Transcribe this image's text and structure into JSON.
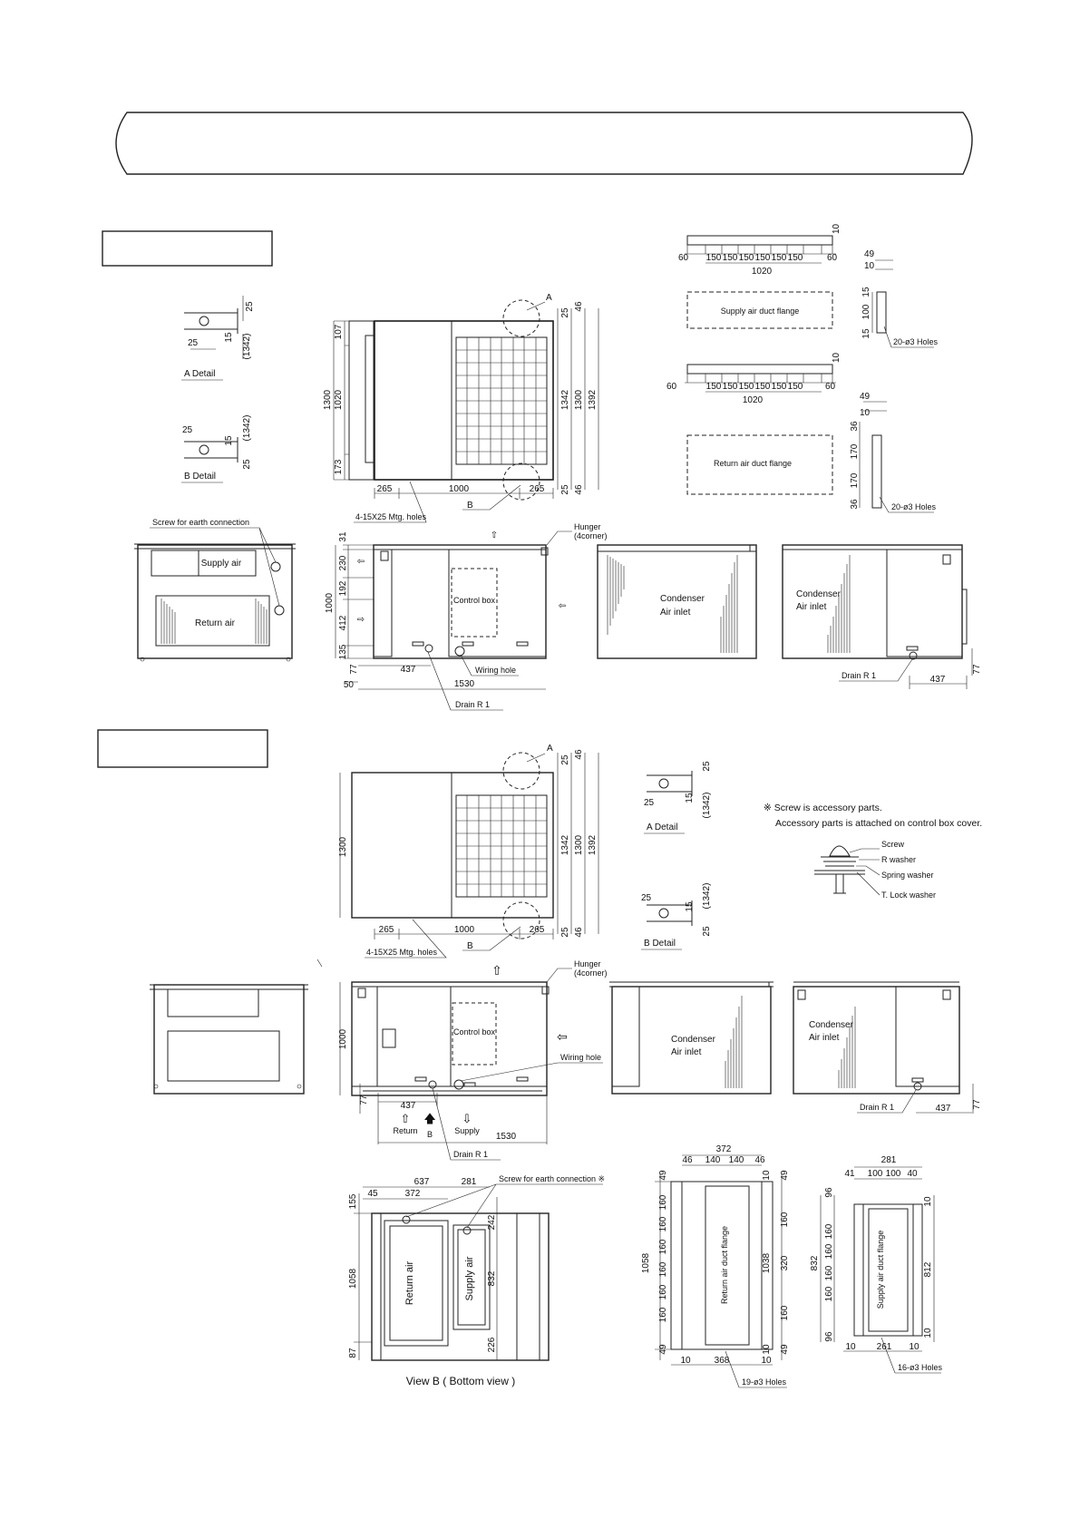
{
  "model_box_1": "",
  "model_box_2": "",
  "labels": {
    "supply_air": "Supply air",
    "return_air": "Return air",
    "control_box": "Control box",
    "condenser": "Condenser",
    "air_inlet": "Air inlet",
    "wiring_hole": "Wiring hole",
    "drain": "Drain R 1",
    "hunger": "Hunger",
    "hunger_corner": "(4corner)",
    "mtg_holes": "4-15X25 Mtg. holes",
    "screw_earth": "Screw for earth connection",
    "screw_earth_star": "Screw for earth connection ※",
    "a_detail": "A  Detail",
    "b_detail": "B  Detail",
    "a": "A",
    "b": "B",
    "supply_flange": "Supply air duct flange",
    "return_flange": "Return air duct flange",
    "holes_20": "20-ø3 Holes",
    "holes_19": "19-ø3 Holes",
    "holes_16": "16-ø3 Holes",
    "return": "Return",
    "supply": "Supply",
    "view_b": "View B ( Bottom view )",
    "return_duct_vert": "Return air duct flange",
    "supply_duct_vert": "Supply air duct flange"
  },
  "note": {
    "line1": "※ Screw is accessory parts.",
    "line2": "Accessory parts is attached on control box cover.",
    "screw": "Screw",
    "r_washer": "R washer",
    "spring_washer": "Spring washer",
    "t_lock": "T. Lock washer"
  },
  "dims": {
    "d1300": "1300",
    "d1020": "1020",
    "d107": "107",
    "d173": "173",
    "d265": "265",
    "d1000": "1000",
    "d1342": "1342",
    "d1392": "1392",
    "d25": "25",
    "d46": "46",
    "d15": "15",
    "d1342p": "(1342)",
    "d31": "31",
    "d230": "230",
    "d192": "192",
    "d412": "412",
    "d135": "135",
    "d77": "77",
    "d437": "437",
    "d1530": "1530",
    "d50": "50",
    "d10": "10",
    "d49": "49",
    "d60": "60",
    "d150": "150",
    "d100": "100",
    "d36": "36",
    "d170": "170",
    "d637": "637",
    "d281": "281",
    "d45": "45",
    "d372": "372",
    "d155": "155",
    "d1058": "1058",
    "d87": "87",
    "d242": "242",
    "d832": "832",
    "d226": "226",
    "d140": "140",
    "d160": "160",
    "d1038": "1038",
    "d320": "320",
    "d368": "368",
    "d41": "41",
    "d40": "40",
    "d96": "96",
    "d812": "812",
    "d261": "261"
  }
}
